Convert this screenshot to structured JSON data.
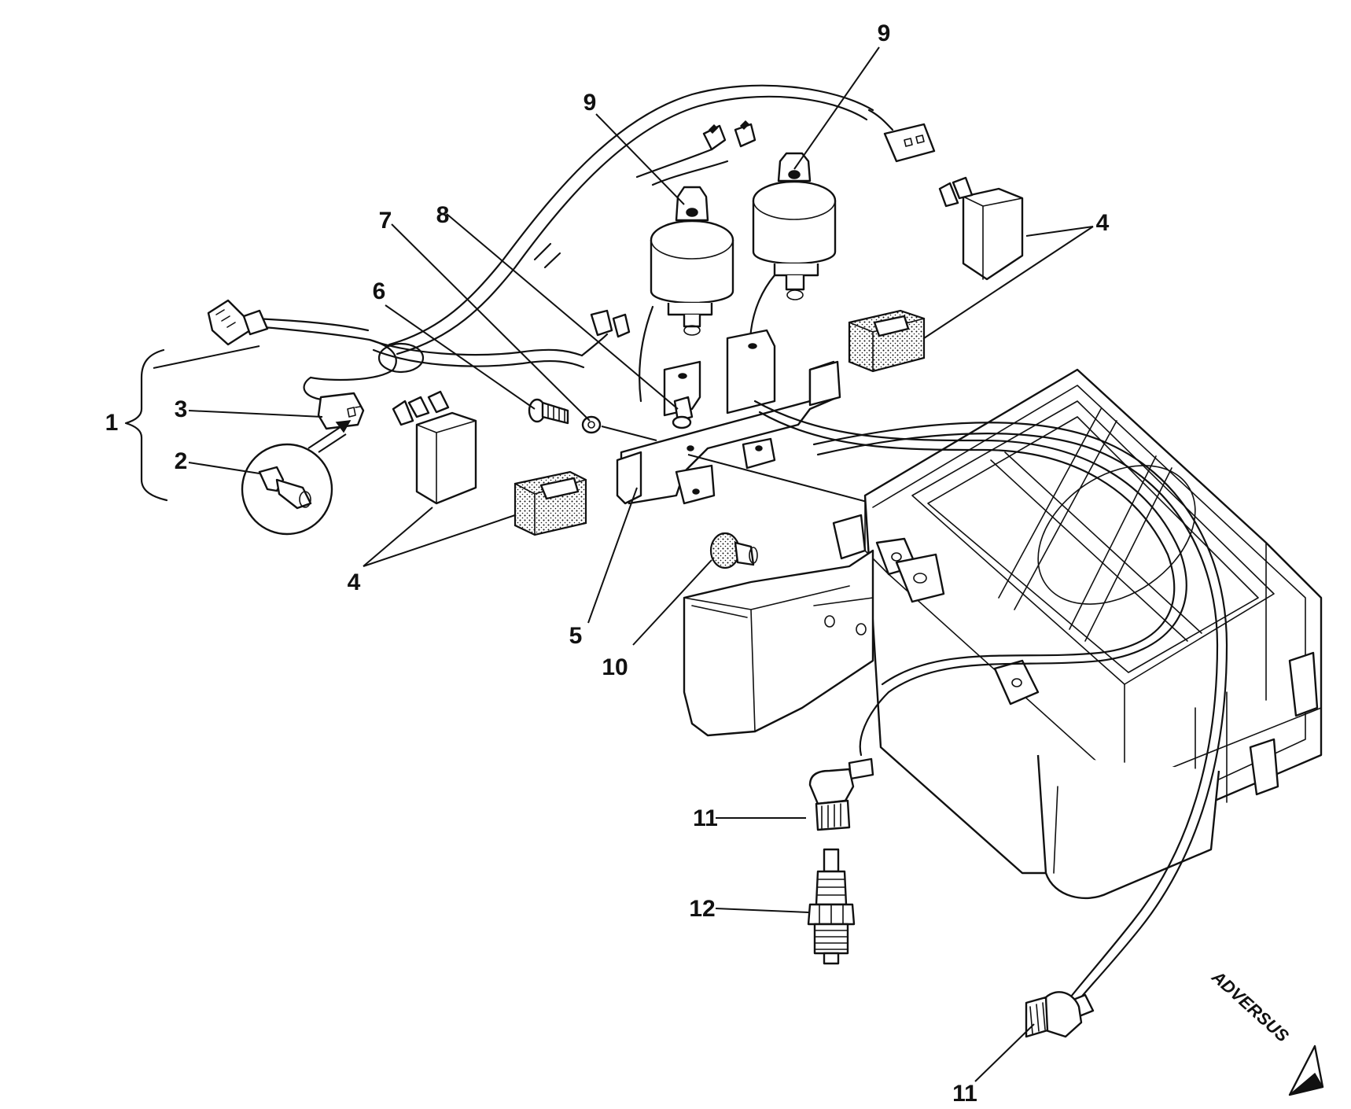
{
  "callouts": {
    "c1": "1",
    "c2": "2",
    "c3": "3",
    "c4a": "4",
    "c4b": "4",
    "c5": "5",
    "c6": "6",
    "c7": "7",
    "c8": "8",
    "c9a": "9",
    "c9b": "9",
    "c10": "10",
    "c11a": "11",
    "c11b": "11",
    "c12": "12"
  },
  "watermark": "ADVERSUS",
  "colors": {
    "ink": "#111111",
    "paper": "#ffffff"
  }
}
